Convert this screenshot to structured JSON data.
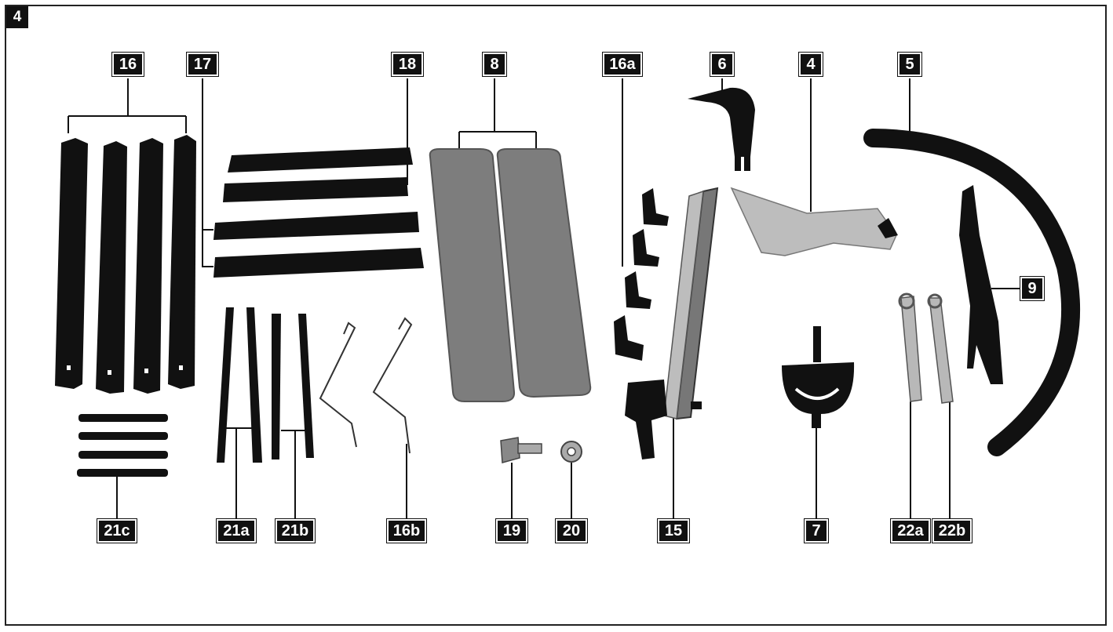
{
  "figure_number": "4",
  "colors": {
    "ink": "#111111",
    "grey_part": "#7d7d7d",
    "light_part": "#bdbdbd",
    "frame": "#222222"
  },
  "labels": {
    "p16": "16",
    "p17": "17",
    "p18": "18",
    "p8": "8",
    "p16a": "16a",
    "p6": "6",
    "p4": "4",
    "p5": "5",
    "p9": "9",
    "p21c": "21c",
    "p21a": "21a",
    "p21b": "21b",
    "p16b": "16b",
    "p19": "19",
    "p20": "20",
    "p15": "15",
    "p7": "7",
    "p22a": "22a",
    "p22b": "22b"
  }
}
